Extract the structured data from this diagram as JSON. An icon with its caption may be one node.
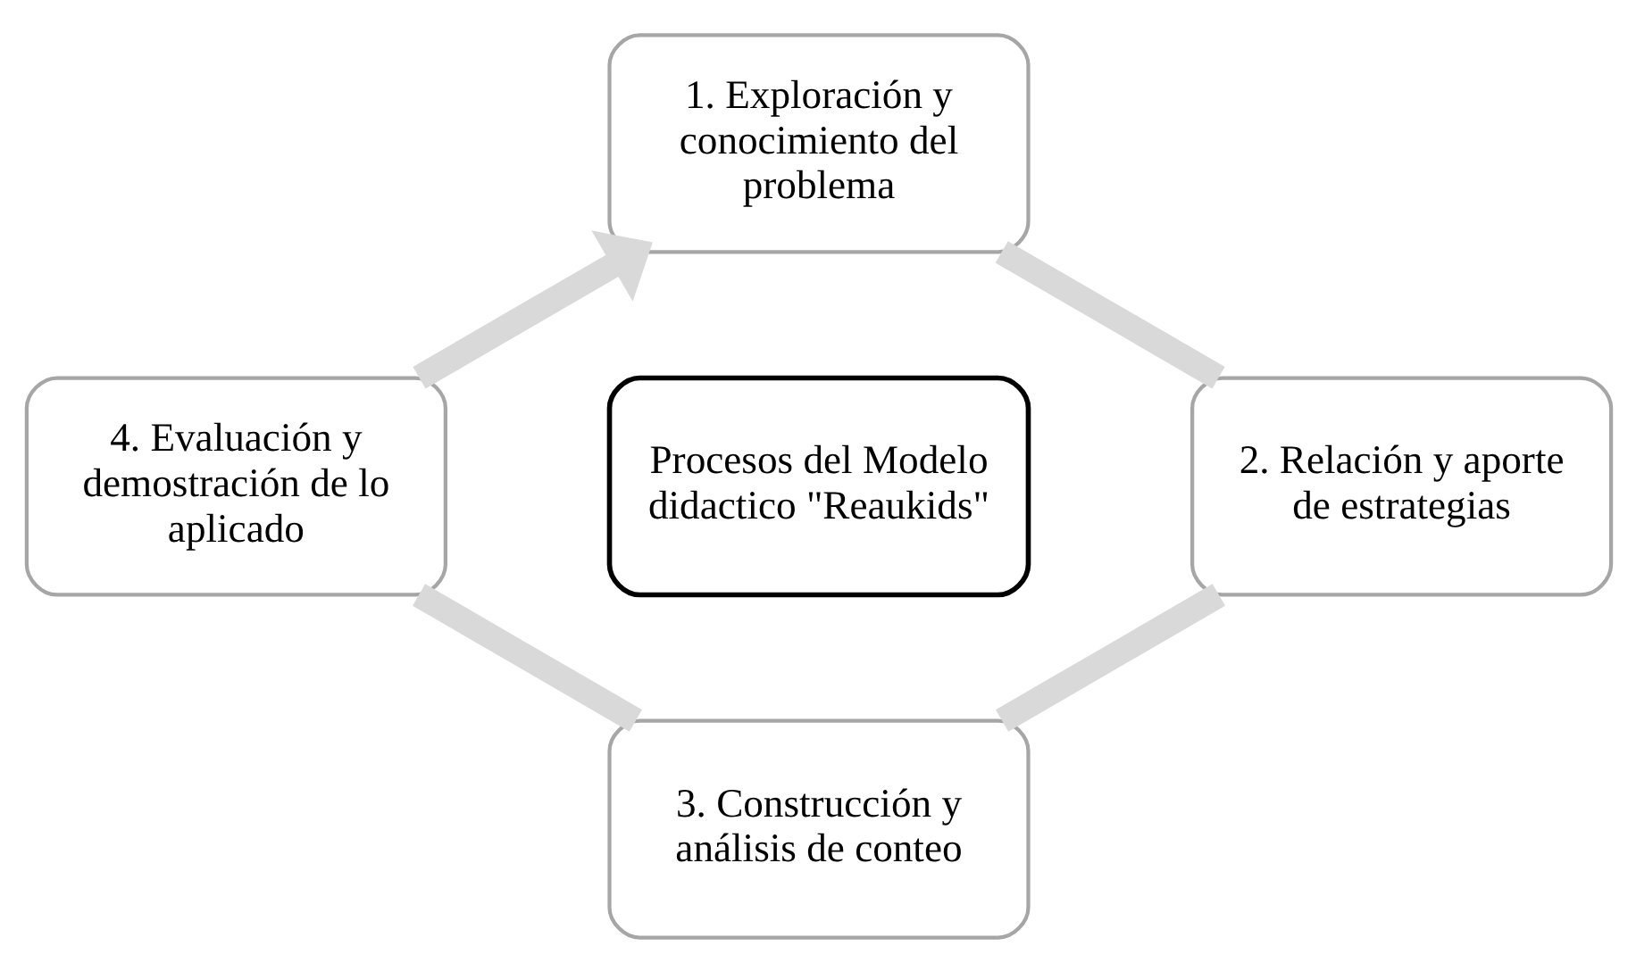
{
  "diagram": {
    "nodes": [
      {
        "text": [
          "1. Exploración y conocimiento del problema"
        ]
      },
      {
        "text": [
          "2. Relación y aporte de estrategias"
        ]
      },
      {
        "text": [
          "3. Construcción y análisis de conteo"
        ]
      },
      {
        "text": [
          "4. Evaluación y demostración de lo aplicado"
        ]
      },
      {
        "text": [
          "Procesos del Modelo didactico \"Reaukids\""
        ]
      }
    ],
    "edges": [
      {
        "from": 0,
        "to": 1,
        "arrow": "none"
      },
      {
        "from": 1,
        "to": 2,
        "arrow": "none"
      },
      {
        "from": 2,
        "to": 3,
        "arrow": "none"
      },
      {
        "from": 3,
        "to": 0,
        "arrow": "to"
      }
    ]
  }
}
